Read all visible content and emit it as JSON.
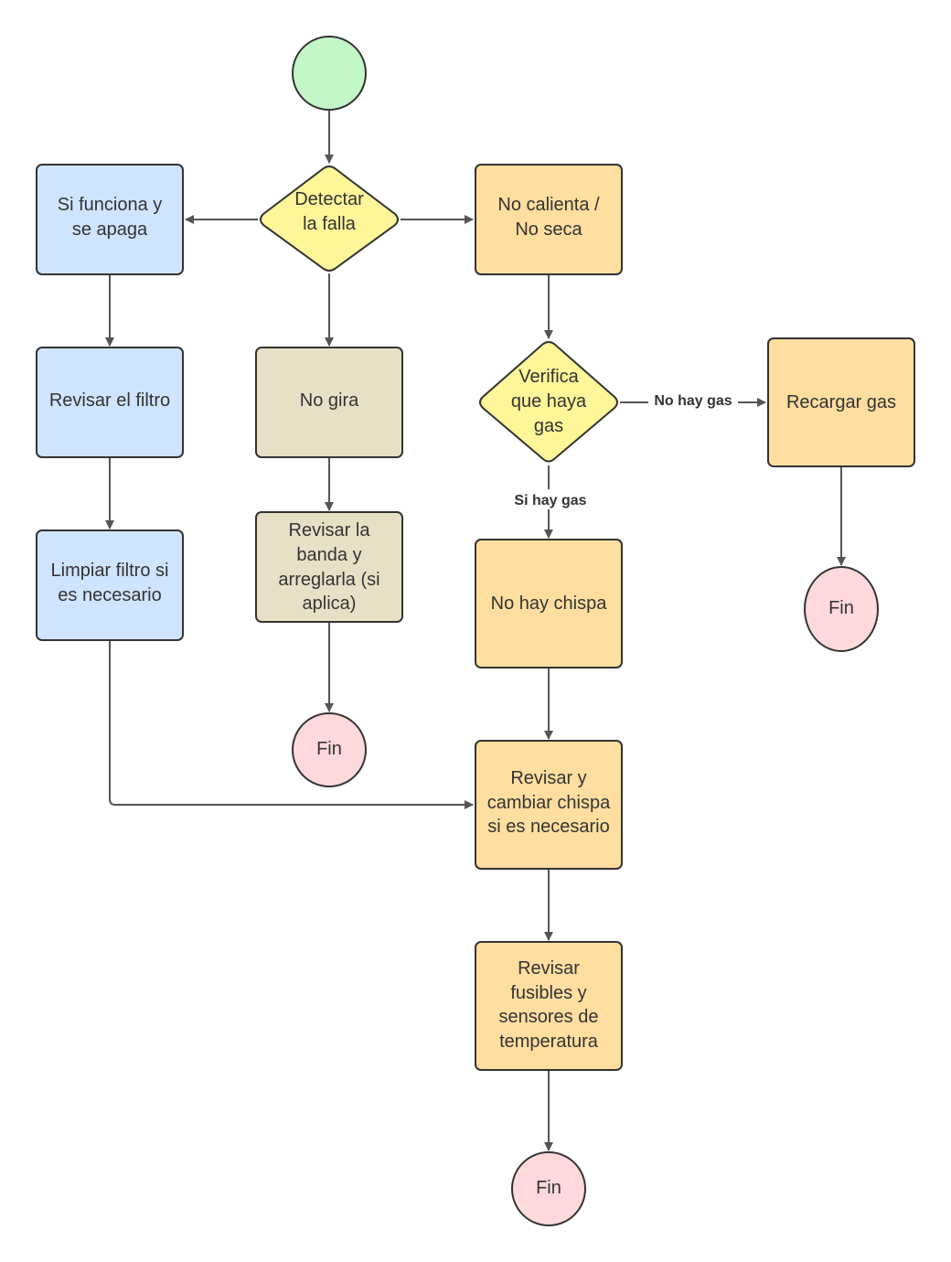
{
  "colors": {
    "start": "#c3f7c8",
    "decision": "#fff599",
    "blue": "#cfe4ff",
    "beige": "#e8e0c6",
    "orange": "#ffdea0",
    "end": "#ffd9dc"
  },
  "nodes": {
    "start": "",
    "detectar": [
      "Detectar",
      "la falla"
    ],
    "si_funciona": [
      "Si funciona y",
      "se apaga"
    ],
    "no_calienta": [
      "No calienta /",
      "No seca"
    ],
    "revisar_filtro": [
      "Revisar el filtro"
    ],
    "no_gira": [
      "No gira"
    ],
    "verifica_gas": [
      "Verifica",
      "que haya",
      "gas"
    ],
    "recargar_gas": [
      "Recargar gas"
    ],
    "limpiar_filtro": [
      "Limpiar filtro si",
      "es necesario"
    ],
    "revisar_banda": [
      "Revisar la",
      "banda y",
      "arreglarla (si",
      "aplica)"
    ],
    "no_hay_chispa": [
      "No hay chispa"
    ],
    "fin_banda": [
      "Fin"
    ],
    "fin_gas": [
      "Fin"
    ],
    "revisar_chispa": [
      "Revisar y",
      "cambiar chispa",
      "si es necesario"
    ],
    "revisar_fusibles": [
      "Revisar",
      "fusibles y",
      "sensores de",
      "temperatura"
    ],
    "fin_final": [
      "Fin"
    ]
  },
  "edge_labels": {
    "no_hay_gas": "No hay gas",
    "si_hay_gas": "Si hay gas"
  }
}
